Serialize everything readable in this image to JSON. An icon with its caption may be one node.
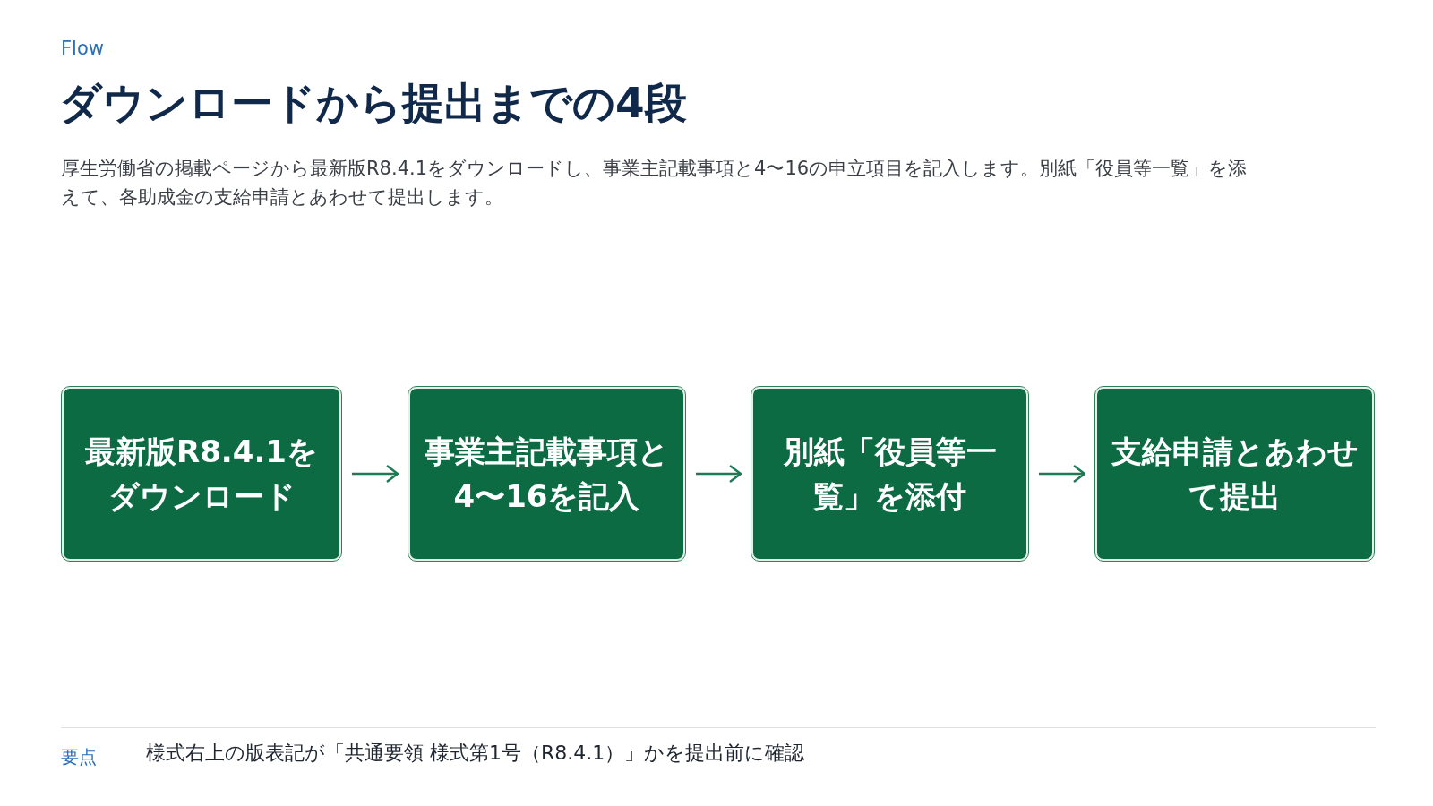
{
  "diagram": {
    "title": "ダウンロードから提出までの4段",
    "nodes": [
      {
        "text": [
          "最新版R8.4.1をダウンロード"
        ]
      },
      {
        "text": [
          "事業主記載事項と4〜16を記入"
        ]
      },
      {
        "text": [
          "別紙「役員等一覧」を添付"
        ]
      },
      {
        "text": [
          "支給申請とあわせて提出"
        ]
      }
    ],
    "edges": [
      {
        "from": 0,
        "to": 1,
        "arrow": "to"
      },
      {
        "from": 1,
        "to": 2,
        "arrow": "to"
      },
      {
        "from": 2,
        "to": 3,
        "arrow": "to"
      }
    ],
    "labels": [
      "Flow",
      "厚生労働省の掲載ページから最新版R8.4.1をダウンロードし、事業主記載事項と4〜16の申立項目を記入します。別紙「役員等一覧」を添えて、各助成金の支給申請とあわせて提出します。",
      "要点",
      "様式右上の版表記が「共通要領 様式第1号（R8.4.1）」かを提出前に確認"
    ]
  }
}
